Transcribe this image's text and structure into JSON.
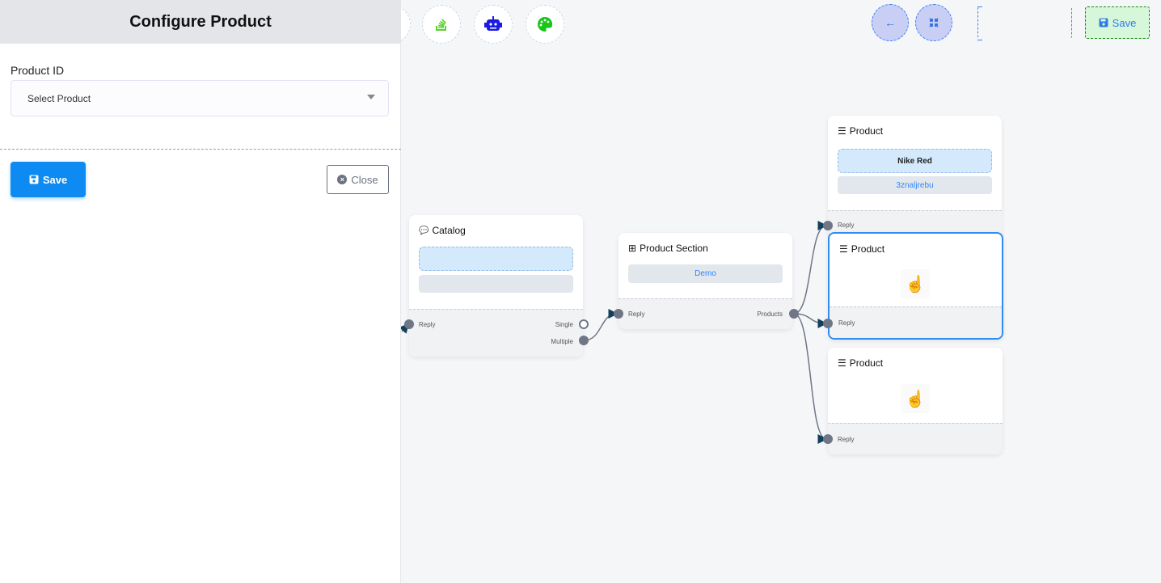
{
  "panel": {
    "title": "Configure Product",
    "field_label": "Product ID",
    "select_placeholder": "Select Product",
    "save_label": "Save",
    "close_label": "Close"
  },
  "toolbar": {
    "icons": [
      "stack-overflow-icon",
      "robot-icon",
      "palette-icon"
    ],
    "back_icon": "arrow-left-icon",
    "fit_icon": "compress-icon",
    "save_label": "Save",
    "colors": {
      "robot": "#1a1ae6",
      "palette": "#19c619",
      "stack": "#5ad12a"
    }
  },
  "nodes": {
    "catalog": {
      "title": "Catalog",
      "ports": {
        "input": "Reply",
        "single": "Single",
        "multiple": "Multiple"
      }
    },
    "section": {
      "title": "Product Section",
      "chip": "Demo",
      "ports": {
        "input": "Reply",
        "output": "Products"
      }
    },
    "product1": {
      "title": "Product",
      "name": "Nike Red",
      "sku": "3znaljrebu",
      "port": "Reply"
    },
    "product2": {
      "title": "Product",
      "port": "Reply"
    },
    "product3": {
      "title": "Product",
      "port": "Reply"
    }
  },
  "colors": {
    "accent": "#0d8bf2",
    "selected_border": "#2f8cf2",
    "edge": "#6f7686",
    "arrow": "#123f5c"
  }
}
